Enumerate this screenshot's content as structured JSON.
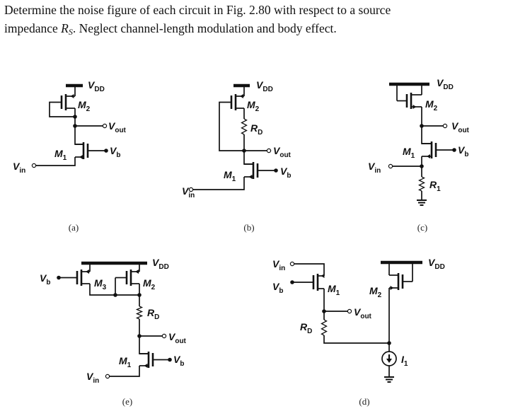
{
  "problem": {
    "line1": "Determine the noise figure of each circuit in Fig. 2.80 with respect to a source",
    "line2_pre": "impedance ",
    "rs_main": "R",
    "rs_sub": "S",
    "line2_post": ". Neglect channel-length modulation and body effect."
  },
  "circuits": {
    "a": {
      "caption": "(a)",
      "labels": {
        "vdd": {
          "m": "V",
          "s": "DD"
        },
        "m2": {
          "m": "M",
          "s": "2"
        },
        "vout": {
          "m": "V",
          "s": "out"
        },
        "m1": {
          "m": "M",
          "s": "1"
        },
        "vb": {
          "m": "V",
          "s": "b"
        },
        "vin": {
          "m": "V",
          "s": "in"
        }
      }
    },
    "b": {
      "caption": "(b)",
      "labels": {
        "vdd": {
          "m": "V",
          "s": "DD"
        },
        "m2": {
          "m": "M",
          "s": "2"
        },
        "rd": {
          "m": "R",
          "s": "D"
        },
        "vout": {
          "m": "V",
          "s": "out"
        },
        "m1": {
          "m": "M",
          "s": "1"
        },
        "vb": {
          "m": "V",
          "s": "b"
        },
        "vin": {
          "m": "V",
          "s": "in"
        }
      }
    },
    "c": {
      "caption": "(c)",
      "labels": {
        "vdd": {
          "m": "V",
          "s": "DD"
        },
        "m2": {
          "m": "M",
          "s": "2"
        },
        "vout": {
          "m": "V",
          "s": "out"
        },
        "m1": {
          "m": "M",
          "s": "1"
        },
        "vb": {
          "m": "V",
          "s": "b"
        },
        "vin": {
          "m": "V",
          "s": "in"
        },
        "r1": {
          "m": "R",
          "s": "1"
        }
      }
    },
    "e": {
      "caption": "(e)",
      "labels": {
        "vdd": {
          "m": "V",
          "s": "DD"
        },
        "vb3": {
          "m": "V",
          "s": "b"
        },
        "m3": {
          "m": "M",
          "s": "3"
        },
        "m2": {
          "m": "M",
          "s": "2"
        },
        "rd": {
          "m": "R",
          "s": "D"
        },
        "vout": {
          "m": "V",
          "s": "out"
        },
        "m1": {
          "m": "M",
          "s": "1"
        },
        "vb": {
          "m": "V",
          "s": "b"
        },
        "vin": {
          "m": "V",
          "s": "in"
        }
      }
    },
    "d": {
      "caption": "(d)",
      "labels": {
        "vin": {
          "m": "V",
          "s": "in"
        },
        "vb": {
          "m": "V",
          "s": "b"
        },
        "m1": {
          "m": "M",
          "s": "1"
        },
        "vout": {
          "m": "V",
          "s": "out"
        },
        "rd": {
          "m": "R",
          "s": "D"
        },
        "vdd": {
          "m": "V",
          "s": "DD"
        },
        "m2": {
          "m": "M",
          "s": "2"
        },
        "i1": {
          "m": "I",
          "s": "1"
        }
      }
    }
  }
}
